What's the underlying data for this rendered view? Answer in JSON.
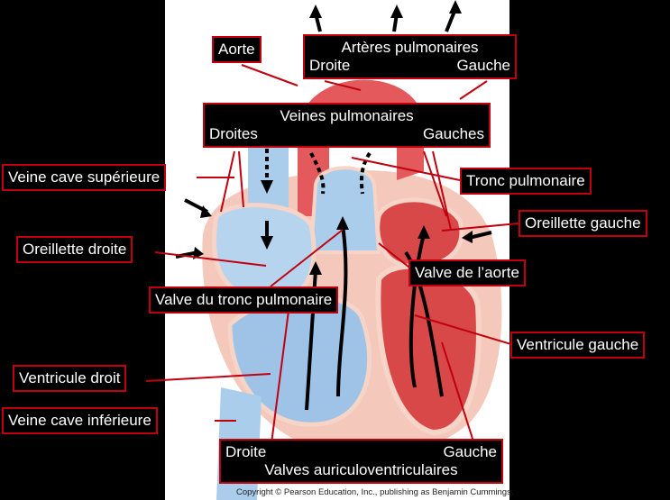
{
  "labels": {
    "aorte": "Aorte",
    "arteres_title": "Artères pulmonaires",
    "arteres_droite": "Droite",
    "arteres_gauche": "Gauche",
    "veines_title": "Veines pulmonaires",
    "veines_droites": "Droites",
    "veines_gauches": "Gauches",
    "veine_cave_sup": "Veine cave supérieure",
    "tronc_pulmonaire": "Tronc pulmonaire",
    "oreillette_gauche": "Oreillette gauche",
    "oreillette_droite": "Oreillette droite",
    "valve_aorte": "Valve de l’aorte",
    "valve_tronc": "Valve du tronc pulmonaire",
    "ventricule_gauche": "Ventricule gauche",
    "ventricule_droit": "Ventricule droit",
    "veine_cave_inf": "Veine cave inférieure",
    "valves_droite": "Droite",
    "valves_gauche": "Gauche",
    "valves_title": "Valves auriculoventriculaires"
  },
  "copyright": "Copyright © Pearson Education, Inc., publishing as Benjamin Cummings.",
  "colors": {
    "label_border": "#c0000f",
    "background": "#000000",
    "deoxygenated": "#9ec3e6",
    "oxygenated": "#e04848",
    "muscle": "#f2b6a6"
  }
}
